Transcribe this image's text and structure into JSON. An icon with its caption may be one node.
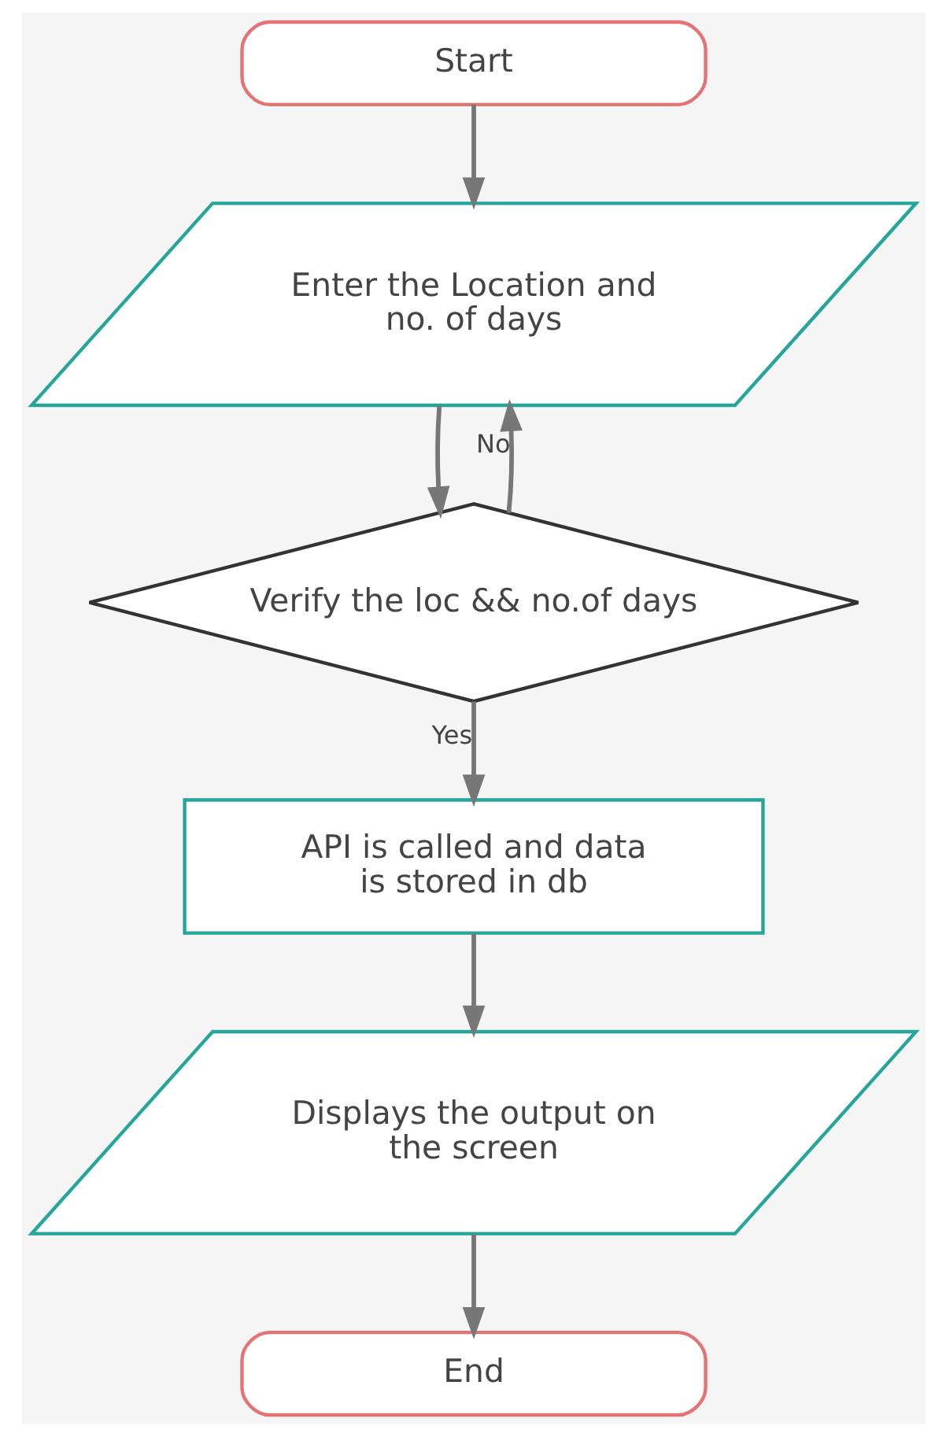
{
  "diagram": {
    "nodes": [
      {
        "text": [
          "Start"
        ]
      },
      {
        "text": [
          "Enter the Location and no. of days"
        ]
      },
      {
        "text": [
          "Verify the loc && no.of days"
        ]
      },
      {
        "text": [
          "API is called and data is stored in db"
        ]
      },
      {
        "text": [
          "Displays the output on the screen"
        ]
      },
      {
        "text": [
          "End"
        ]
      }
    ],
    "edges": [
      {
        "from": 0,
        "to": 1,
        "arrow": "to"
      },
      {
        "from": 1,
        "to": 2,
        "arrow": "to"
      },
      {
        "from": 2,
        "to": 1,
        "arrow": "to",
        "label": "No"
      },
      {
        "from": 2,
        "to": 3,
        "arrow": "to",
        "label": "Yes"
      },
      {
        "from": 3,
        "to": 4,
        "arrow": "to"
      },
      {
        "from": 4,
        "to": 5,
        "arrow": "to"
      }
    ]
  }
}
